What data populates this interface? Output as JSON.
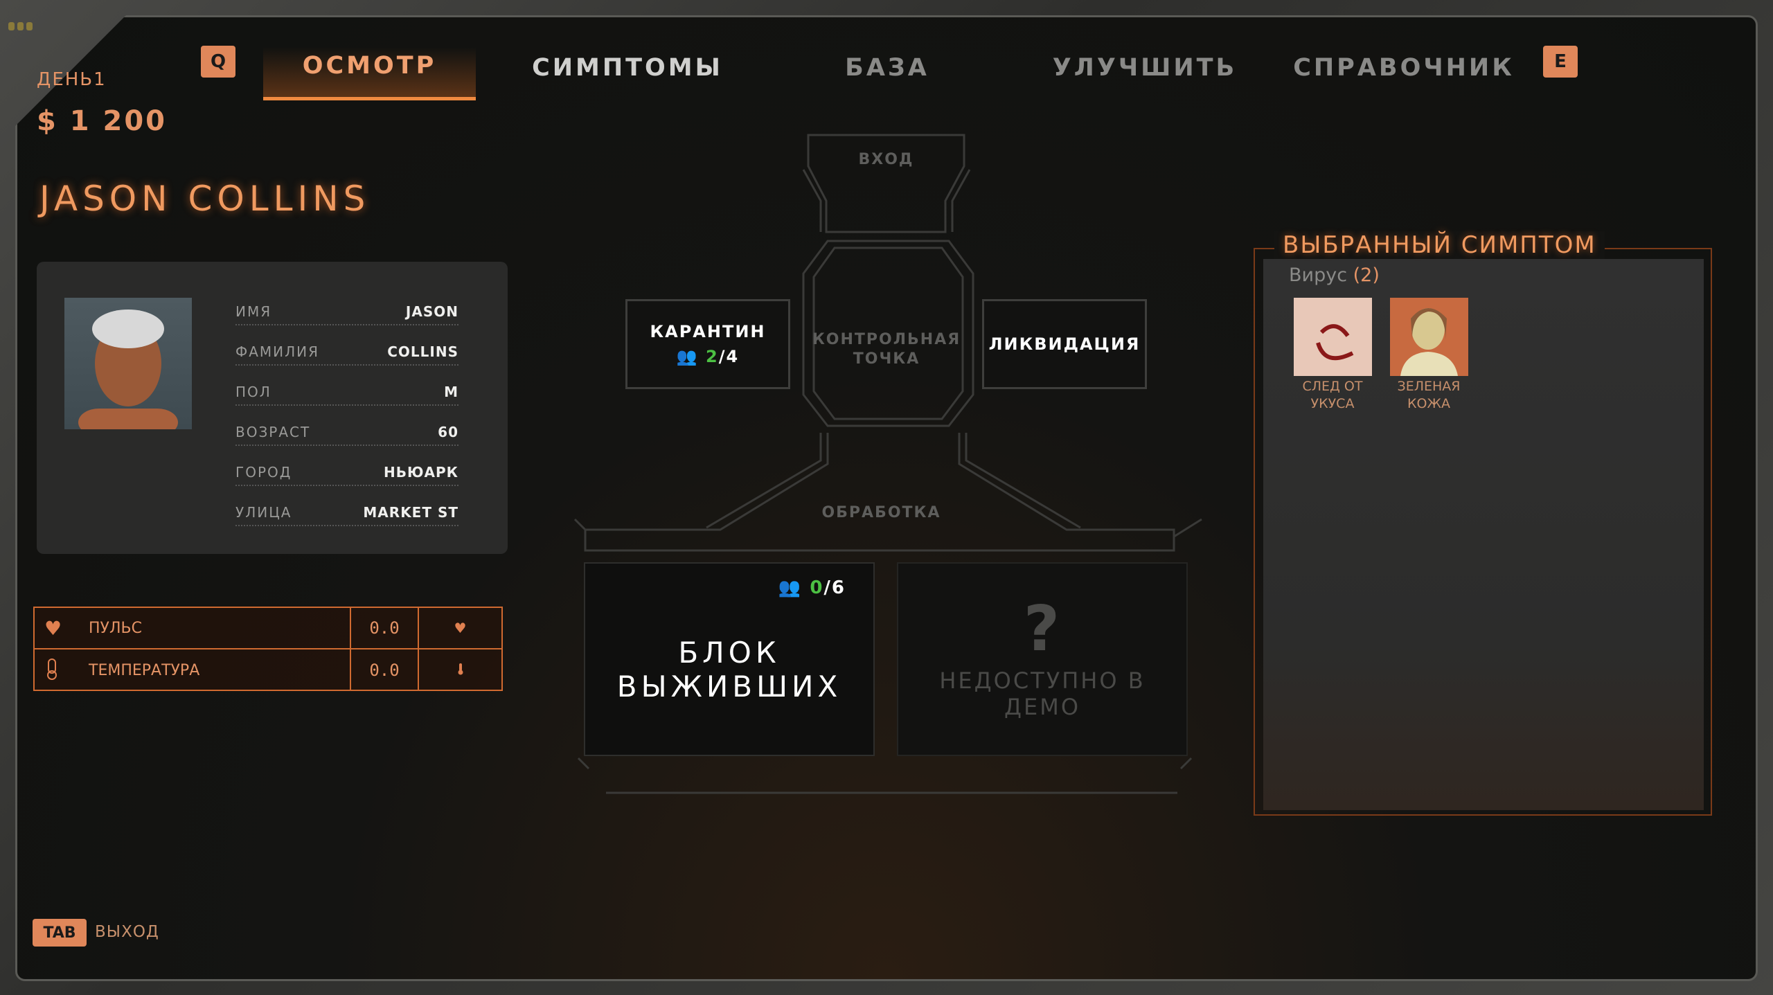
{
  "header": {
    "day_label": "ДЕНЬ1",
    "money": "$ 1 200",
    "prev_key": "Q",
    "next_key": "E"
  },
  "tabs": [
    {
      "label": "ОСМОТР",
      "active": true
    },
    {
      "label": "СИМПТОМЫ"
    },
    {
      "label": "БАЗА"
    },
    {
      "label": "УЛУЧШИТЬ"
    },
    {
      "label": "СПРАВОЧНИК"
    }
  ],
  "patient": {
    "name": "JASON COLLINS",
    "fields": [
      {
        "label": "ИМЯ",
        "value": "JASON"
      },
      {
        "label": "ФАМИЛИЯ",
        "value": "COLLINS"
      },
      {
        "label": "ПОЛ",
        "value": "M"
      },
      {
        "label": "ВОЗРАСТ",
        "value": "60"
      },
      {
        "label": "ГОРОД",
        "value": "НЬЮАРК"
      },
      {
        "label": "УЛИЦА",
        "value": "MARKET ST"
      }
    ]
  },
  "vitals": [
    {
      "label": "ПУЛЬС",
      "value": "0.0",
      "icon": "heart-icon"
    },
    {
      "label": "ТЕМПЕРАТУРА",
      "value": "0.0",
      "icon": "thermometer-icon"
    }
  ],
  "map": {
    "entrance": "ВХОД",
    "checkpoint": "КОНТРОЛЬНАЯ ТОЧКА",
    "quarantine": {
      "label": "КАРАНТИН",
      "current": "2",
      "capacity": "/4"
    },
    "liquidation": "ЛИКВИДАЦИЯ",
    "processing": "ОБРАБОТКА",
    "survivors": {
      "label_1": "БЛОК",
      "label_2": "ВЫЖИВШИХ",
      "current": "0",
      "capacity": "/6"
    },
    "locked": {
      "mark": "?",
      "label": "НЕДОСТУПНО В ДЕМО"
    }
  },
  "symptom_panel": {
    "title": "ВЫБРАННЫЙ СИМПТОМ",
    "category": "Вирус",
    "count": "(2)",
    "items": [
      {
        "label": "СЛЕД ОТ УКУСА"
      },
      {
        "label": "ЗЕЛЕНАЯ КОЖА"
      }
    ]
  },
  "footer": {
    "key": "TAB",
    "label": "ВЫХОД"
  },
  "colors": {
    "accent": "#e59466",
    "green": "#4cc043",
    "border": "#d06a30"
  }
}
